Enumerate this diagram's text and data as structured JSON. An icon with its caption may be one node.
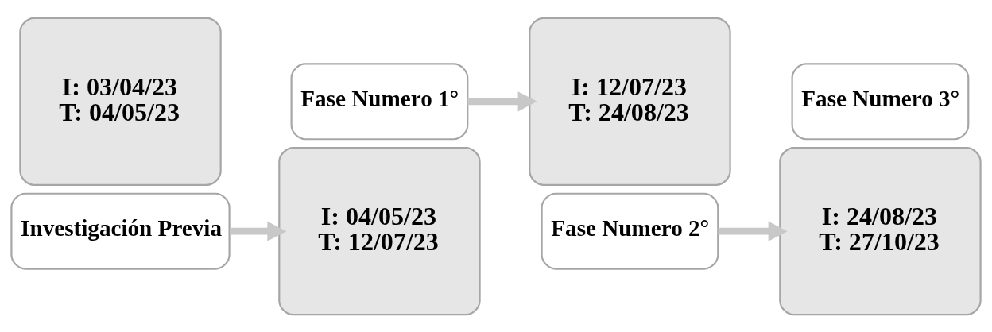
{
  "diagram": {
    "nodes": [
      {
        "text": [
          "I: 03/04/23",
          "T: 04/05/23"
        ]
      },
      {
        "text": [
          "Investigación Previa"
        ]
      },
      {
        "text": [
          "I: 04/05/23",
          "T: 12/07/23"
        ]
      },
      {
        "text": [
          "Fase Numero 1°"
        ]
      },
      {
        "text": [
          "I: 12/07/23",
          "T: 24/08/23"
        ]
      },
      {
        "text": [
          "Fase Numero 2°"
        ]
      },
      {
        "text": [
          "I: 24/08/23",
          "T: 27/10/23"
        ]
      },
      {
        "text": [
          "Fase Numero 3°"
        ]
      }
    ],
    "edges": [
      {
        "from": 1,
        "to": 2,
        "arrow": "to"
      },
      {
        "from": 3,
        "to": 4,
        "arrow": "to"
      },
      {
        "from": 5,
        "to": 6,
        "arrow": "to"
      }
    ]
  }
}
